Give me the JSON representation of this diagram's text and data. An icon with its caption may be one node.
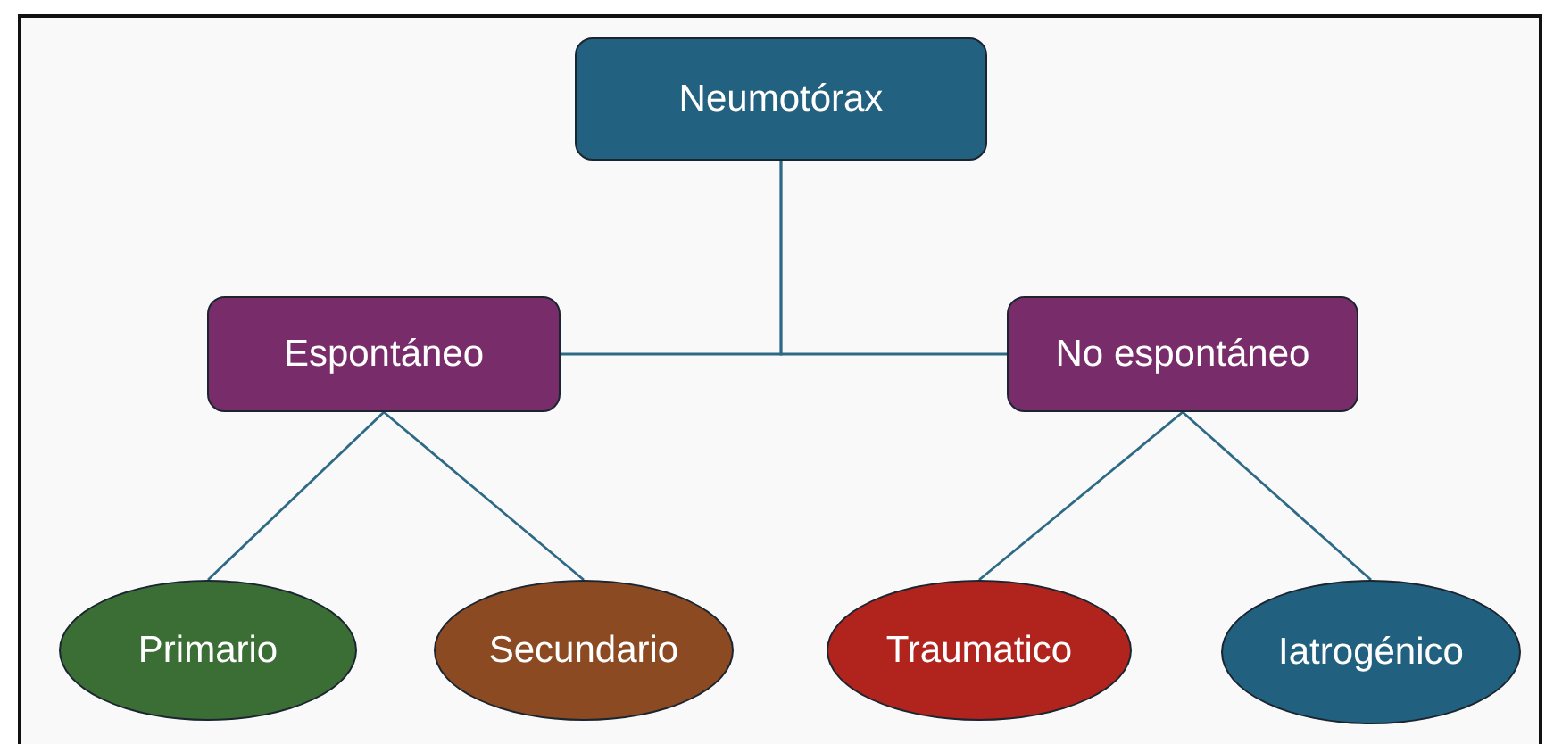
{
  "diagram": {
    "nodes": [
      {
        "text": [
          "Neumotórax"
        ]
      },
      {
        "text": [
          "Espontáneo"
        ]
      },
      {
        "text": [
          "No espontáneo"
        ]
      },
      {
        "text": [
          "Primario"
        ]
      },
      {
        "text": [
          "Secundario"
        ]
      },
      {
        "text": [
          "Traumatico"
        ]
      },
      {
        "text": [
          "Iatrogénico"
        ]
      }
    ],
    "edges": [
      {
        "from": 0,
        "to": 1,
        "arrow": "none"
      },
      {
        "from": 0,
        "to": 2,
        "arrow": "none"
      },
      {
        "from": 1,
        "to": 3,
        "arrow": "none"
      },
      {
        "from": 1,
        "to": 4,
        "arrow": "none"
      },
      {
        "from": 2,
        "to": 5,
        "arrow": "none"
      },
      {
        "from": 2,
        "to": 6,
        "arrow": "none"
      }
    ]
  }
}
